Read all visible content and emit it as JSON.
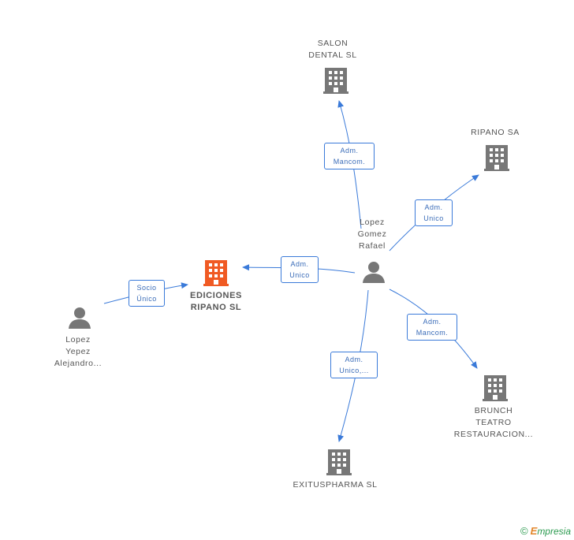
{
  "colors": {
    "edge": "#3a7ad9",
    "building_gray": "#777777",
    "building_main": "#f05a23",
    "person": "#777777",
    "brand_green": "#2c9b50",
    "brand_orange": "#e2862a"
  },
  "nodes": {
    "salon_dental": {
      "name": "SALON\nDENTAL  SL",
      "icon": "building-icon"
    },
    "ripano_sa": {
      "name": "RIPANO SA",
      "icon": "building-icon"
    },
    "ediciones_ripano": {
      "name": "EDICIONES\nRIPANO  SL",
      "icon": "building-icon"
    },
    "lopez_gomez": {
      "name": "Lopez\nGomez\nRafael",
      "icon": "person-icon"
    },
    "lopez_yepez": {
      "name": "Lopez\nYepez\nAlejandro...",
      "icon": "person-icon"
    },
    "brunch_teatro": {
      "name": "BRUNCH\nTEATRO\nRESTAURACION...",
      "icon": "building-icon"
    },
    "exituspharma": {
      "name": "EXITUSPHARMA SL",
      "icon": "building-icon"
    }
  },
  "edges": {
    "to_salon": "Adm.\nMancom.",
    "to_ripano_sa": "Adm.\nUnico",
    "to_ediciones": "Adm.\nUnico",
    "yepez_to_ediciones": "Socio\nÚnico",
    "to_brunch": "Adm.\nMancom.",
    "to_exitus": "Adm.\nUnico,..."
  },
  "footer": {
    "copyright": "©",
    "brand_initial": "E",
    "brand_rest": "mpresia"
  }
}
